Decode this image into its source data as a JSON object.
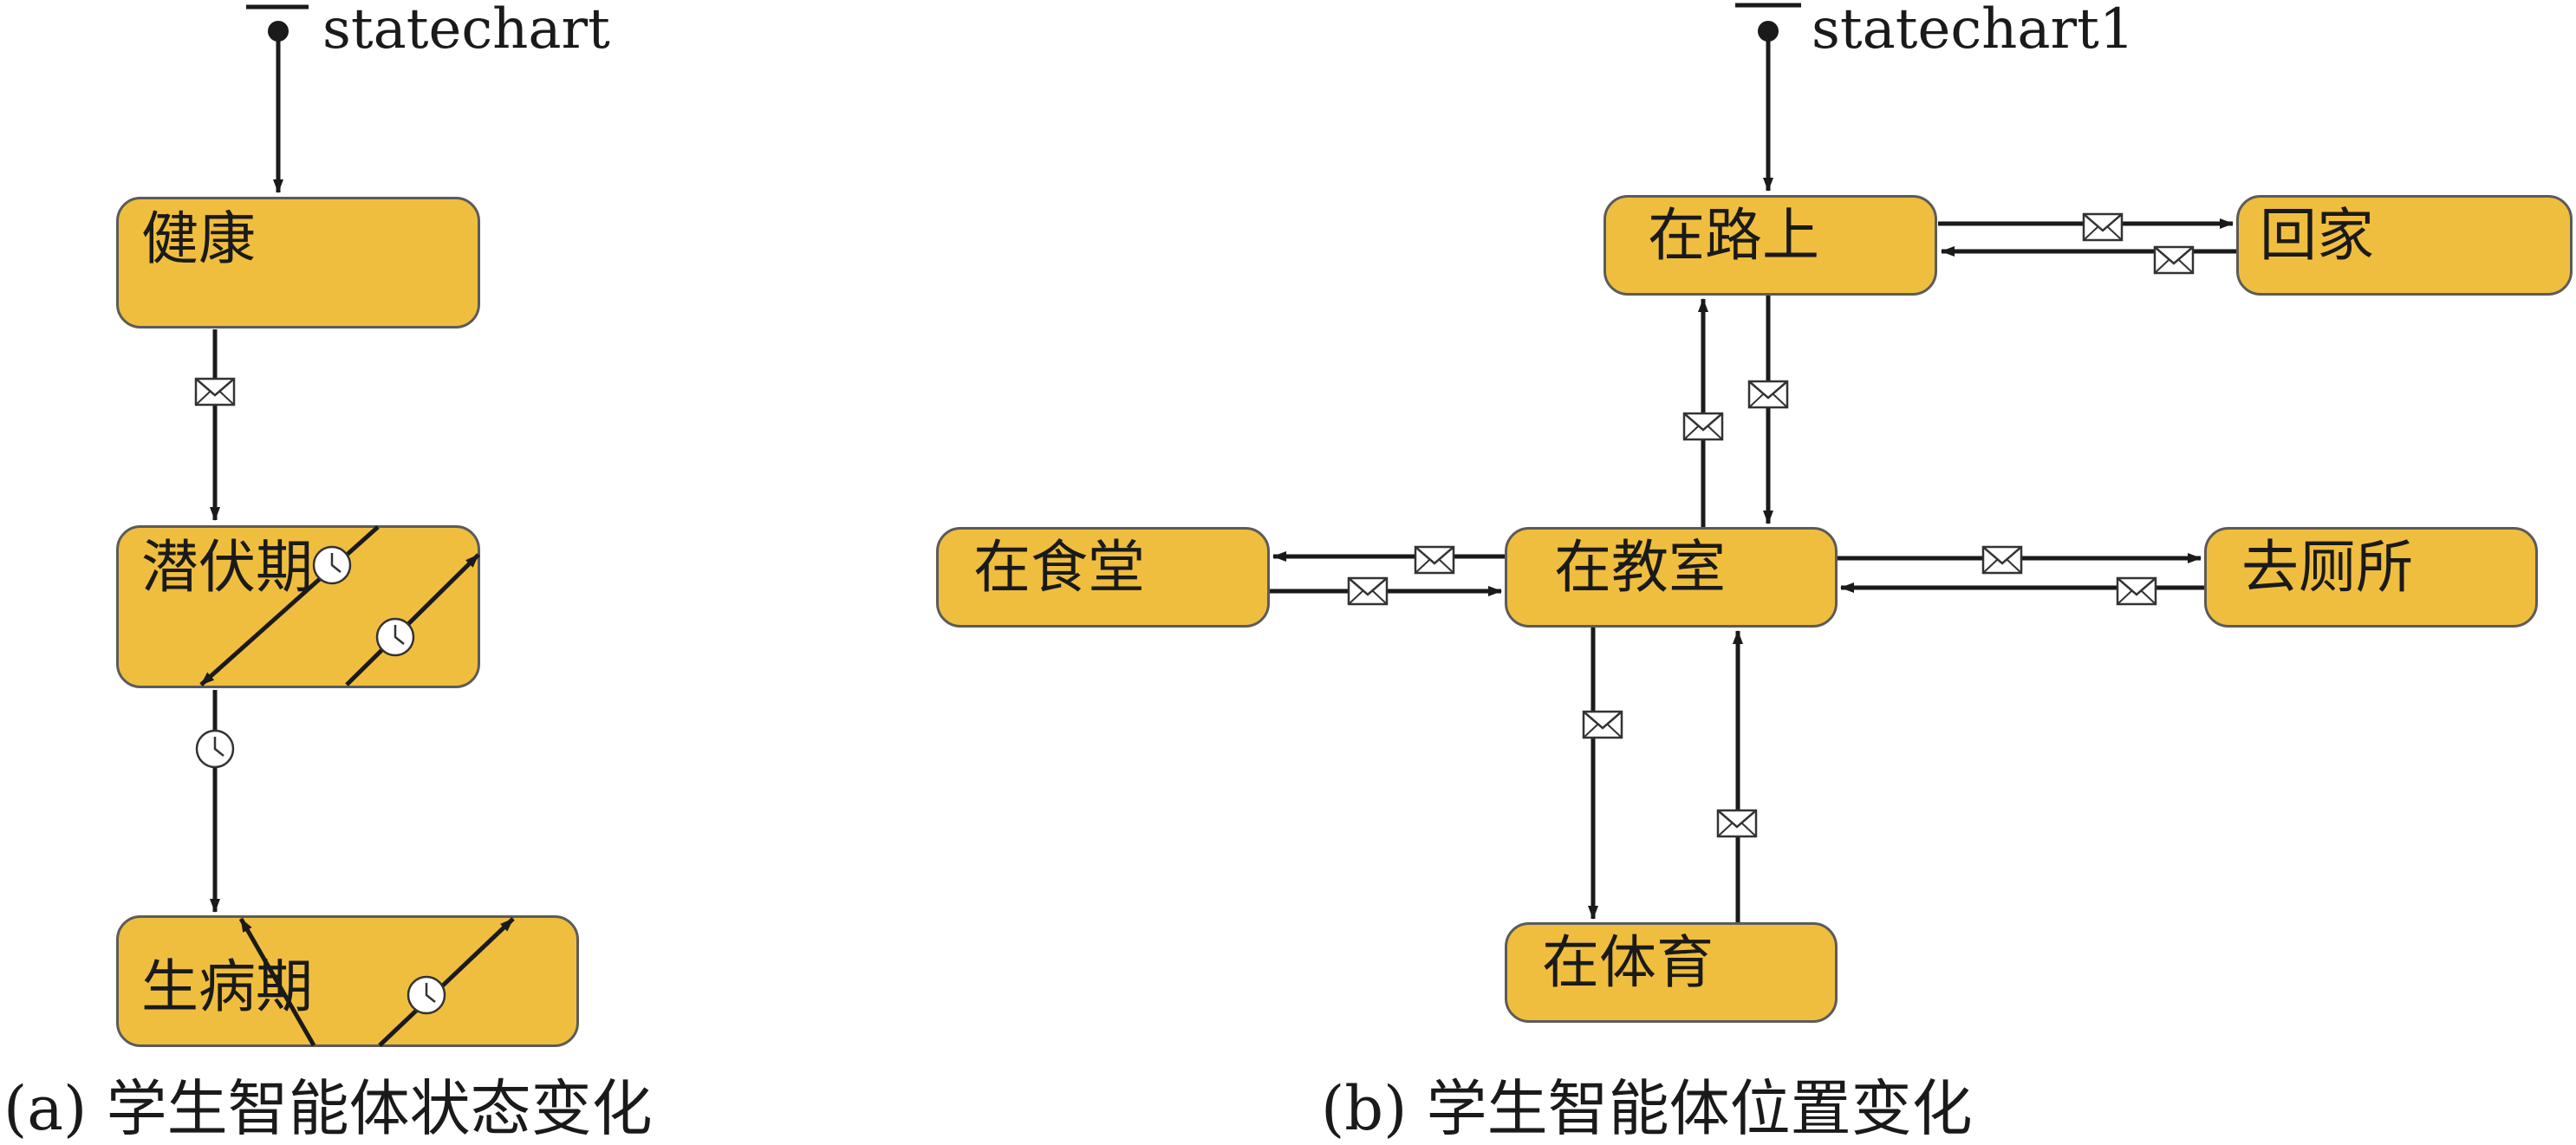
{
  "panel_a": {
    "initial_label": "statechart",
    "states": {
      "healthy": "健康",
      "latent": "潜伏期",
      "sick": "生病期"
    },
    "caption": "(a) 学生智能体状态变化"
  },
  "panel_b": {
    "initial_label": "statechart1",
    "states": {
      "on_road": "在路上",
      "home": "回家",
      "canteen": "在食堂",
      "classroom": "在教室",
      "restroom": "去厕所",
      "sports": "在体育"
    },
    "caption": "(b) 学生智能体位置变化"
  },
  "icons": {
    "message": "envelope-icon",
    "timeout": "clock-icon"
  },
  "colors": {
    "state_fill": "#f0be3e",
    "state_border": "#5b5b5b",
    "arrow": "#1a1a1a"
  }
}
